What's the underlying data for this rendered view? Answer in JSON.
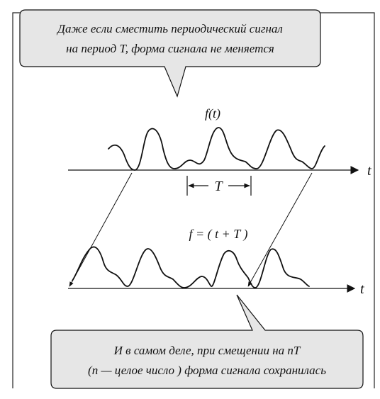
{
  "callout_top": {
    "line1": "Даже если сместить периодический сигнал",
    "line2": "на период T, форма сигнала не меняется"
  },
  "callout_bottom": {
    "line1": "И в самом деле, при смещении на  nT",
    "line2": "(n — целое число ) форма сигнала сохранилась"
  },
  "signal_top": {
    "label": "f(t)",
    "axis_label": "t"
  },
  "signal_bottom": {
    "label": "f = ( t + T )",
    "axis_label": "t"
  },
  "period": {
    "label": "T"
  },
  "colors": {
    "callout_fill": "#e6e6e6",
    "stroke": "#111111",
    "frame": "#222222"
  }
}
